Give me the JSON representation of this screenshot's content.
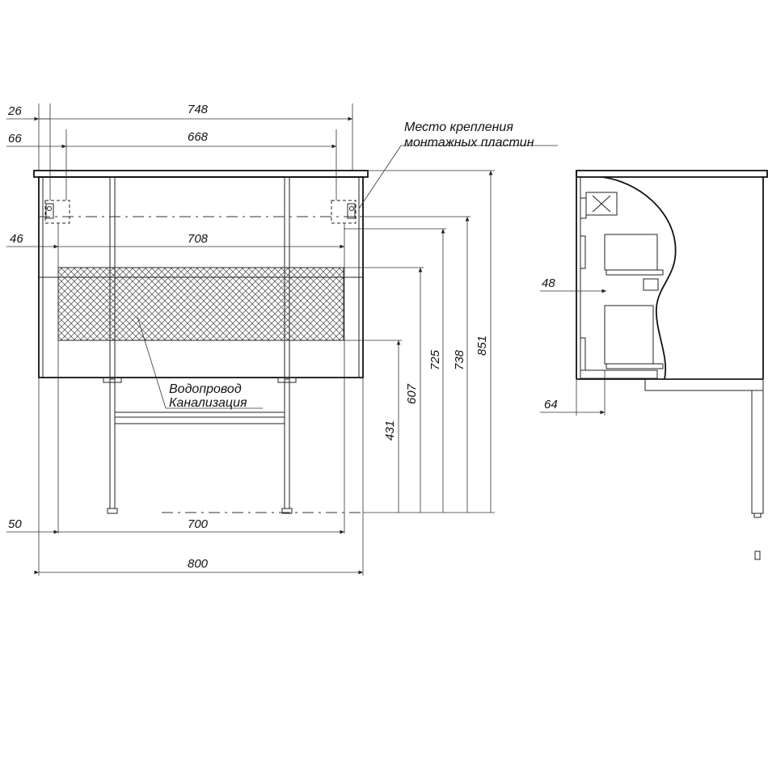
{
  "front_view": {
    "dims": {
      "d26": "26",
      "d66": "66",
      "d46": "46",
      "d50": "50",
      "d748": "748",
      "d668": "668",
      "d708": "708",
      "d700": "700",
      "d800": "800",
      "d431": "431",
      "d607": "607",
      "d725": "725",
      "d738": "738",
      "d851": "851"
    },
    "labels": {
      "mount_line1": "Место крепления",
      "mount_line2": "монтажных пластин",
      "pipes_line1": "Водопровод",
      "pipes_line2": "Канализация"
    }
  },
  "side_view": {
    "dims": {
      "d48": "48",
      "d64": "64"
    }
  }
}
